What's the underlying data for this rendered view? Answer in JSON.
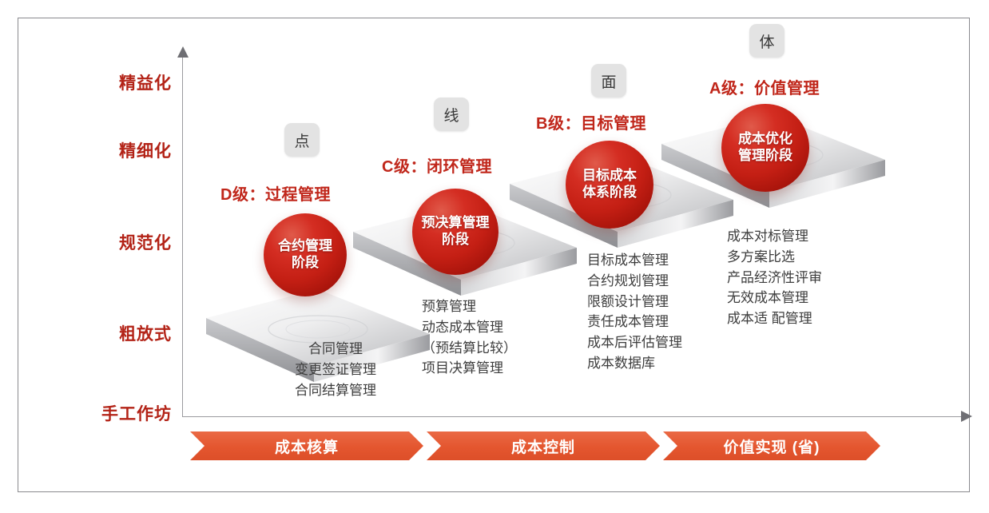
{
  "diagram": {
    "levels": [
      {
        "label": "精益化"
      },
      {
        "label": "精细化"
      },
      {
        "label": "规范化"
      },
      {
        "label": "粗放式"
      },
      {
        "label": "手工作坊"
      }
    ],
    "steps": [
      {
        "badge": "点",
        "grade": "D级：过程管理",
        "sphere_line1": "合约管理",
        "sphere_line2": "阶段",
        "items": [
          "合同管理",
          "变更签证管理",
          "合同结算管理"
        ]
      },
      {
        "badge": "线",
        "grade": "C级：闭环管理",
        "sphere_line1": "预决算管理",
        "sphere_line2": "阶段",
        "items": [
          "预算管理",
          "动态成本管理",
          "（预结算比较）",
          "项目决算管理"
        ]
      },
      {
        "badge": "面",
        "grade": "B级：目标管理",
        "sphere_line1": "目标成本",
        "sphere_line2": "体系阶段",
        "items": [
          "目标成本管理",
          "合约规划管理",
          "限额设计管理",
          "责任成本管理",
          "成本后评估管理",
          "成本数据库"
        ]
      },
      {
        "badge": "体",
        "grade": "A级：价值管理",
        "sphere_line1": "成本优化",
        "sphere_line2": "管理阶段",
        "items": [
          "成本对标管理",
          "多方案比选",
          "产品经济性评审",
          "无效成本管理",
          "成本适 配管理"
        ]
      }
    ],
    "phases": [
      {
        "label": "成本核算"
      },
      {
        "label": "成本控制"
      },
      {
        "label": "价值实现 (省)"
      }
    ],
    "colors": {
      "level_label": "#b32317",
      "grade_title": "#c0261a",
      "sphere": "#c41f14",
      "chevron": "#e4562f",
      "badge_bg": "#e3e3e3",
      "axis": "#9a9a9f"
    }
  }
}
